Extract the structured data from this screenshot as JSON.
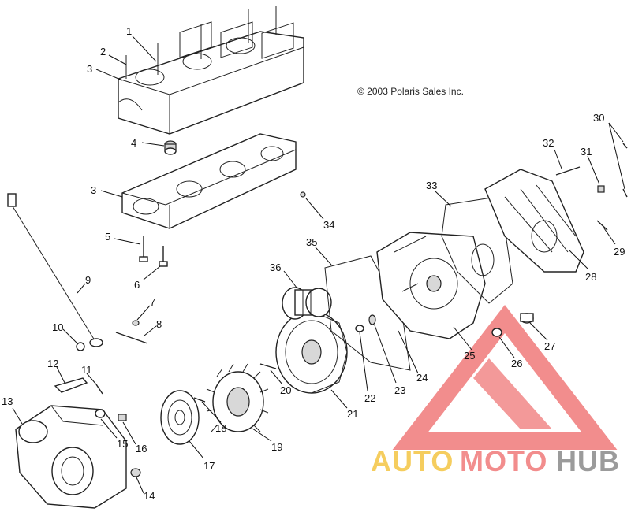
{
  "copyright": "© 2003 Polaris Sales Inc.",
  "watermark": {
    "word_1": "AUTO",
    "word_2": "MOTO",
    "word_3": "HUB",
    "color_1": "#f4c542",
    "color_2": "#f07a7a",
    "color_3": "#8a8a8a"
  },
  "callouts": [
    {
      "id": "1",
      "label": "1"
    },
    {
      "id": "2",
      "label": "2"
    },
    {
      "id": "3a",
      "label": "3"
    },
    {
      "id": "4",
      "label": "4"
    },
    {
      "id": "3b",
      "label": "3"
    },
    {
      "id": "5",
      "label": "5"
    },
    {
      "id": "6",
      "label": "6"
    },
    {
      "id": "7",
      "label": "7"
    },
    {
      "id": "8",
      "label": "8"
    },
    {
      "id": "9",
      "label": "9"
    },
    {
      "id": "10",
      "label": "10"
    },
    {
      "id": "11",
      "label": "11"
    },
    {
      "id": "12",
      "label": "12"
    },
    {
      "id": "13",
      "label": "13"
    },
    {
      "id": "14",
      "label": "14"
    },
    {
      "id": "15",
      "label": "15"
    },
    {
      "id": "16",
      "label": "16"
    },
    {
      "id": "17",
      "label": "17"
    },
    {
      "id": "18",
      "label": "18"
    },
    {
      "id": "19",
      "label": "19"
    },
    {
      "id": "20",
      "label": "20"
    },
    {
      "id": "21",
      "label": "21"
    },
    {
      "id": "22",
      "label": "22"
    },
    {
      "id": "23",
      "label": "23"
    },
    {
      "id": "24",
      "label": "24"
    },
    {
      "id": "25",
      "label": "25"
    },
    {
      "id": "26",
      "label": "26"
    },
    {
      "id": "27",
      "label": "27"
    },
    {
      "id": "28",
      "label": "28"
    },
    {
      "id": "29",
      "label": "29"
    },
    {
      "id": "30",
      "label": "30"
    },
    {
      "id": "31",
      "label": "31"
    },
    {
      "id": "32",
      "label": "32"
    },
    {
      "id": "33",
      "label": "33"
    },
    {
      "id": "34",
      "label": "34"
    },
    {
      "id": "35",
      "label": "35"
    },
    {
      "id": "36",
      "label": "36"
    }
  ]
}
